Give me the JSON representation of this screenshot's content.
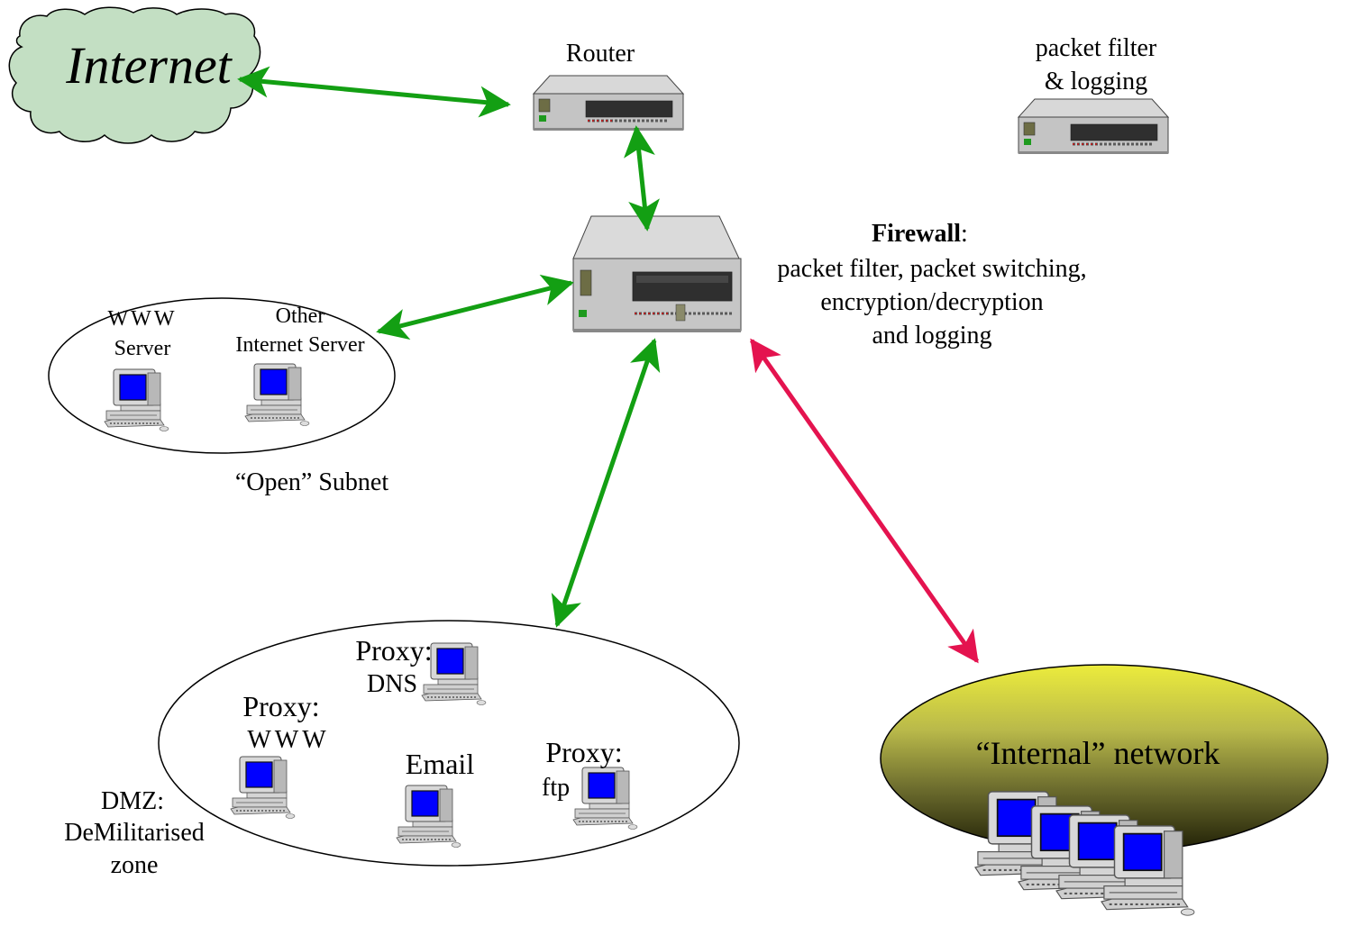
{
  "internet": {
    "label": "Internet"
  },
  "router": {
    "label": "Router"
  },
  "packet_filter": {
    "line1": "packet filter",
    "line2": "& logging"
  },
  "firewall": {
    "title": "Firewall",
    "title_suffix": ":",
    "line1": "packet filter,  packet switching,",
    "line2": "encryption/decryption",
    "line3": "and logging"
  },
  "open_subnet": {
    "caption": "“Open” Subnet",
    "www_server_line1": "WWW",
    "www_server_line2": "Server",
    "other_server_line1": "Other",
    "other_server_line2": "Internet Server"
  },
  "dmz": {
    "caption_line1": "DMZ:",
    "caption_line2": "DeMilitarised",
    "caption_line3": "zone",
    "proxy_dns_line1": "Proxy:",
    "proxy_dns_line2": "DNS",
    "proxy_www_line1": "Proxy:",
    "proxy_www_line2": "WWW",
    "email": "Email",
    "proxy_ftp_line1": "Proxy:",
    "proxy_ftp_line2": "ftp"
  },
  "internal": {
    "label": "“Internal” network"
  },
  "colors": {
    "green_arrow": "#139f13",
    "red_arrow": "#e4134f",
    "cloud_fill": "#c3dfc3",
    "screen_blue": "#0000ff",
    "device_gray": "#c8c8c8"
  }
}
